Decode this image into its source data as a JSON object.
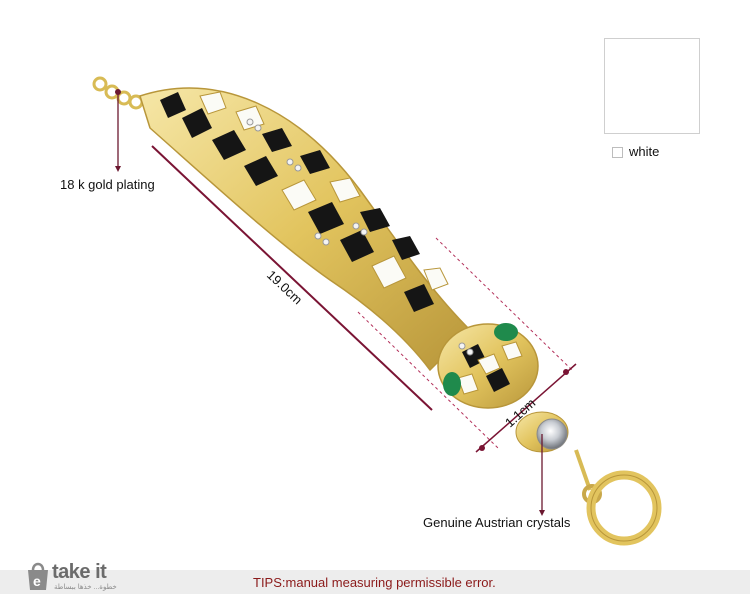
{
  "labels": {
    "gold_plating": "18 k gold plating",
    "length": "19.0cm",
    "width": "1.1cm",
    "crystals": "Genuine Austrian crystals"
  },
  "color_option": {
    "name": "white"
  },
  "footer": {
    "tips": "TIPS:manual measuring permissible error.",
    "logo_main": "take it",
    "logo_sub": "خطوة... خذها ببساطة"
  },
  "colors": {
    "gold": "#e7cf6a",
    "gold_dark": "#b8963a",
    "enamel_black": "#151515",
    "enamel_white": "#fbfbf6",
    "eye_green": "#1f8a4c",
    "dimension_line": "#7a1434",
    "tips_text": "#8b1a1a"
  }
}
